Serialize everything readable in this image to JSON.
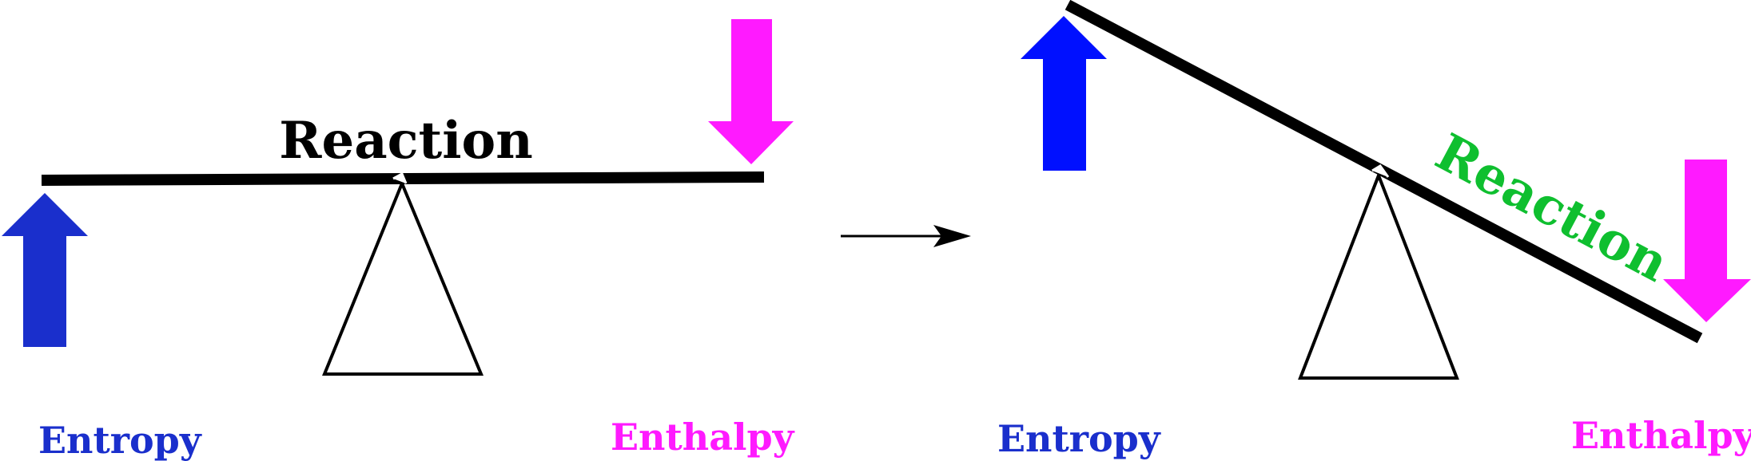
{
  "colors": {
    "entropy": "#1a2fcc",
    "entropy_arrow_right": "#0010ff",
    "enthalpy": "#ff1aff",
    "reaction_left": "#000000",
    "reaction_right": "#0fbf2f",
    "beam": "#000000",
    "fulcrum_stroke": "#000000"
  },
  "icons": {
    "up_arrow": "up-arrow-icon",
    "down_arrow": "down-arrow-icon",
    "transition_arrow": "right-arrow-icon"
  },
  "left_panel": {
    "reaction_label": "Reaction",
    "entropy_label": "Entropy",
    "enthalpy_label": "Enthalpy"
  },
  "right_panel": {
    "reaction_label": "Reaction",
    "entropy_label": "Entropy",
    "enthalpy_label": "Enthalpy"
  }
}
